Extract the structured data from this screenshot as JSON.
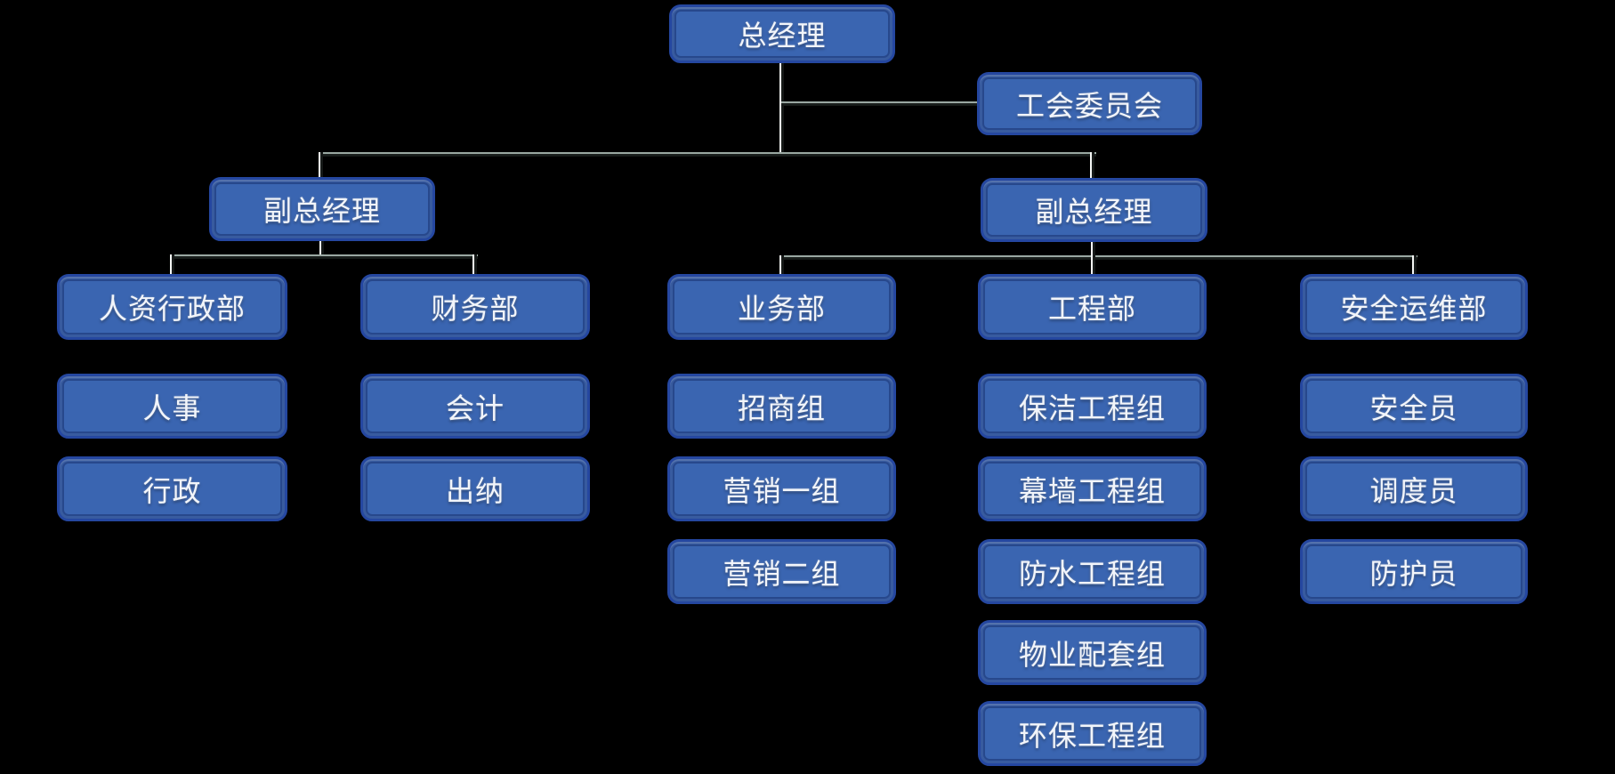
{
  "colors": {
    "background": "#000000",
    "node_fill": "#3a65b1",
    "node_border": "#2547a0",
    "node_text": "#f2f5fa",
    "line_dark": "#151816",
    "line_highlight_h": "#9aa8a2",
    "line_highlight_v": "#f4f6f4"
  },
  "diagram": {
    "type": "org-chart",
    "nodes": {
      "general_manager": {
        "label": "总经理"
      },
      "union_committee": {
        "label": "工会委员会"
      },
      "deputy_gm_left": {
        "label": "副总经理"
      },
      "deputy_gm_right": {
        "label": "副总经理"
      },
      "hr_admin_dept": {
        "label": "人资行政部"
      },
      "finance_dept": {
        "label": "财务部"
      },
      "business_dept": {
        "label": "业务部"
      },
      "engineering_dept": {
        "label": "工程部"
      },
      "safety_ops_dept": {
        "label": "安全运维部"
      },
      "personnel_group": {
        "label": "人事"
      },
      "admin_group": {
        "label": "行政"
      },
      "accounting_group": {
        "label": "会计"
      },
      "cashier_group": {
        "label": "出纳"
      },
      "investment_group": {
        "label": "招商组"
      },
      "marketing_group_1": {
        "label": "营销一组"
      },
      "marketing_group_2": {
        "label": "营销二组"
      },
      "cleaning_eng_group": {
        "label": "保洁工程组"
      },
      "curtain_wall_eng_group": {
        "label": "幕墙工程组"
      },
      "waterproofing_eng_group": {
        "label": "防水工程组"
      },
      "property_support_group": {
        "label": "物业配套组"
      },
      "env_protection_eng_group": {
        "label": "环保工程组"
      },
      "safety_officer": {
        "label": "安全员"
      },
      "dispatcher": {
        "label": "调度员"
      },
      "protection_officer": {
        "label": "防护员"
      }
    },
    "edges": [
      {
        "from": "general_manager",
        "to": "union_committee"
      },
      {
        "from": "general_manager",
        "to": "deputy_gm_left"
      },
      {
        "from": "general_manager",
        "to": "deputy_gm_right"
      },
      {
        "from": "deputy_gm_left",
        "to": "hr_admin_dept"
      },
      {
        "from": "deputy_gm_left",
        "to": "finance_dept"
      },
      {
        "from": "deputy_gm_right",
        "to": "business_dept"
      },
      {
        "from": "deputy_gm_right",
        "to": "engineering_dept"
      },
      {
        "from": "deputy_gm_right",
        "to": "safety_ops_dept"
      }
    ],
    "stacks": {
      "hr_admin_dept": [
        "personnel_group",
        "admin_group"
      ],
      "finance_dept": [
        "accounting_group",
        "cashier_group"
      ],
      "business_dept": [
        "investment_group",
        "marketing_group_1",
        "marketing_group_2"
      ],
      "engineering_dept": [
        "cleaning_eng_group",
        "curtain_wall_eng_group",
        "waterproofing_eng_group",
        "property_support_group",
        "env_protection_eng_group"
      ],
      "safety_ops_dept": [
        "safety_officer",
        "dispatcher",
        "protection_officer"
      ]
    }
  }
}
